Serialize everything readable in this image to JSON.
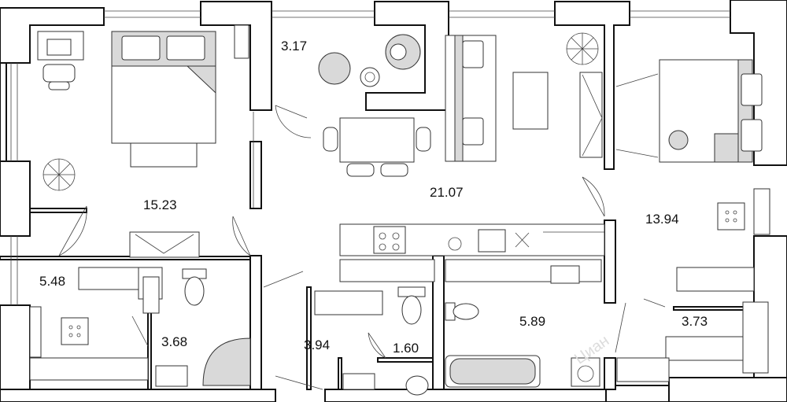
{
  "rooms": [
    {
      "id": "bedroom-1",
      "area": "15.23"
    },
    {
      "id": "balcony-1",
      "area": "3.17"
    },
    {
      "id": "living-kitchen",
      "area": "21.07"
    },
    {
      "id": "bedroom-2",
      "area": "13.94"
    },
    {
      "id": "hall-1",
      "area": "5.48"
    },
    {
      "id": "bathroom-1",
      "area": "3.68"
    },
    {
      "id": "hall-2",
      "area": "3.94"
    },
    {
      "id": "toilet",
      "area": "1.60"
    },
    {
      "id": "bathroom-2",
      "area": "5.89"
    },
    {
      "id": "wardrobe",
      "area": "3.73"
    }
  ],
  "watermark": "Циан"
}
